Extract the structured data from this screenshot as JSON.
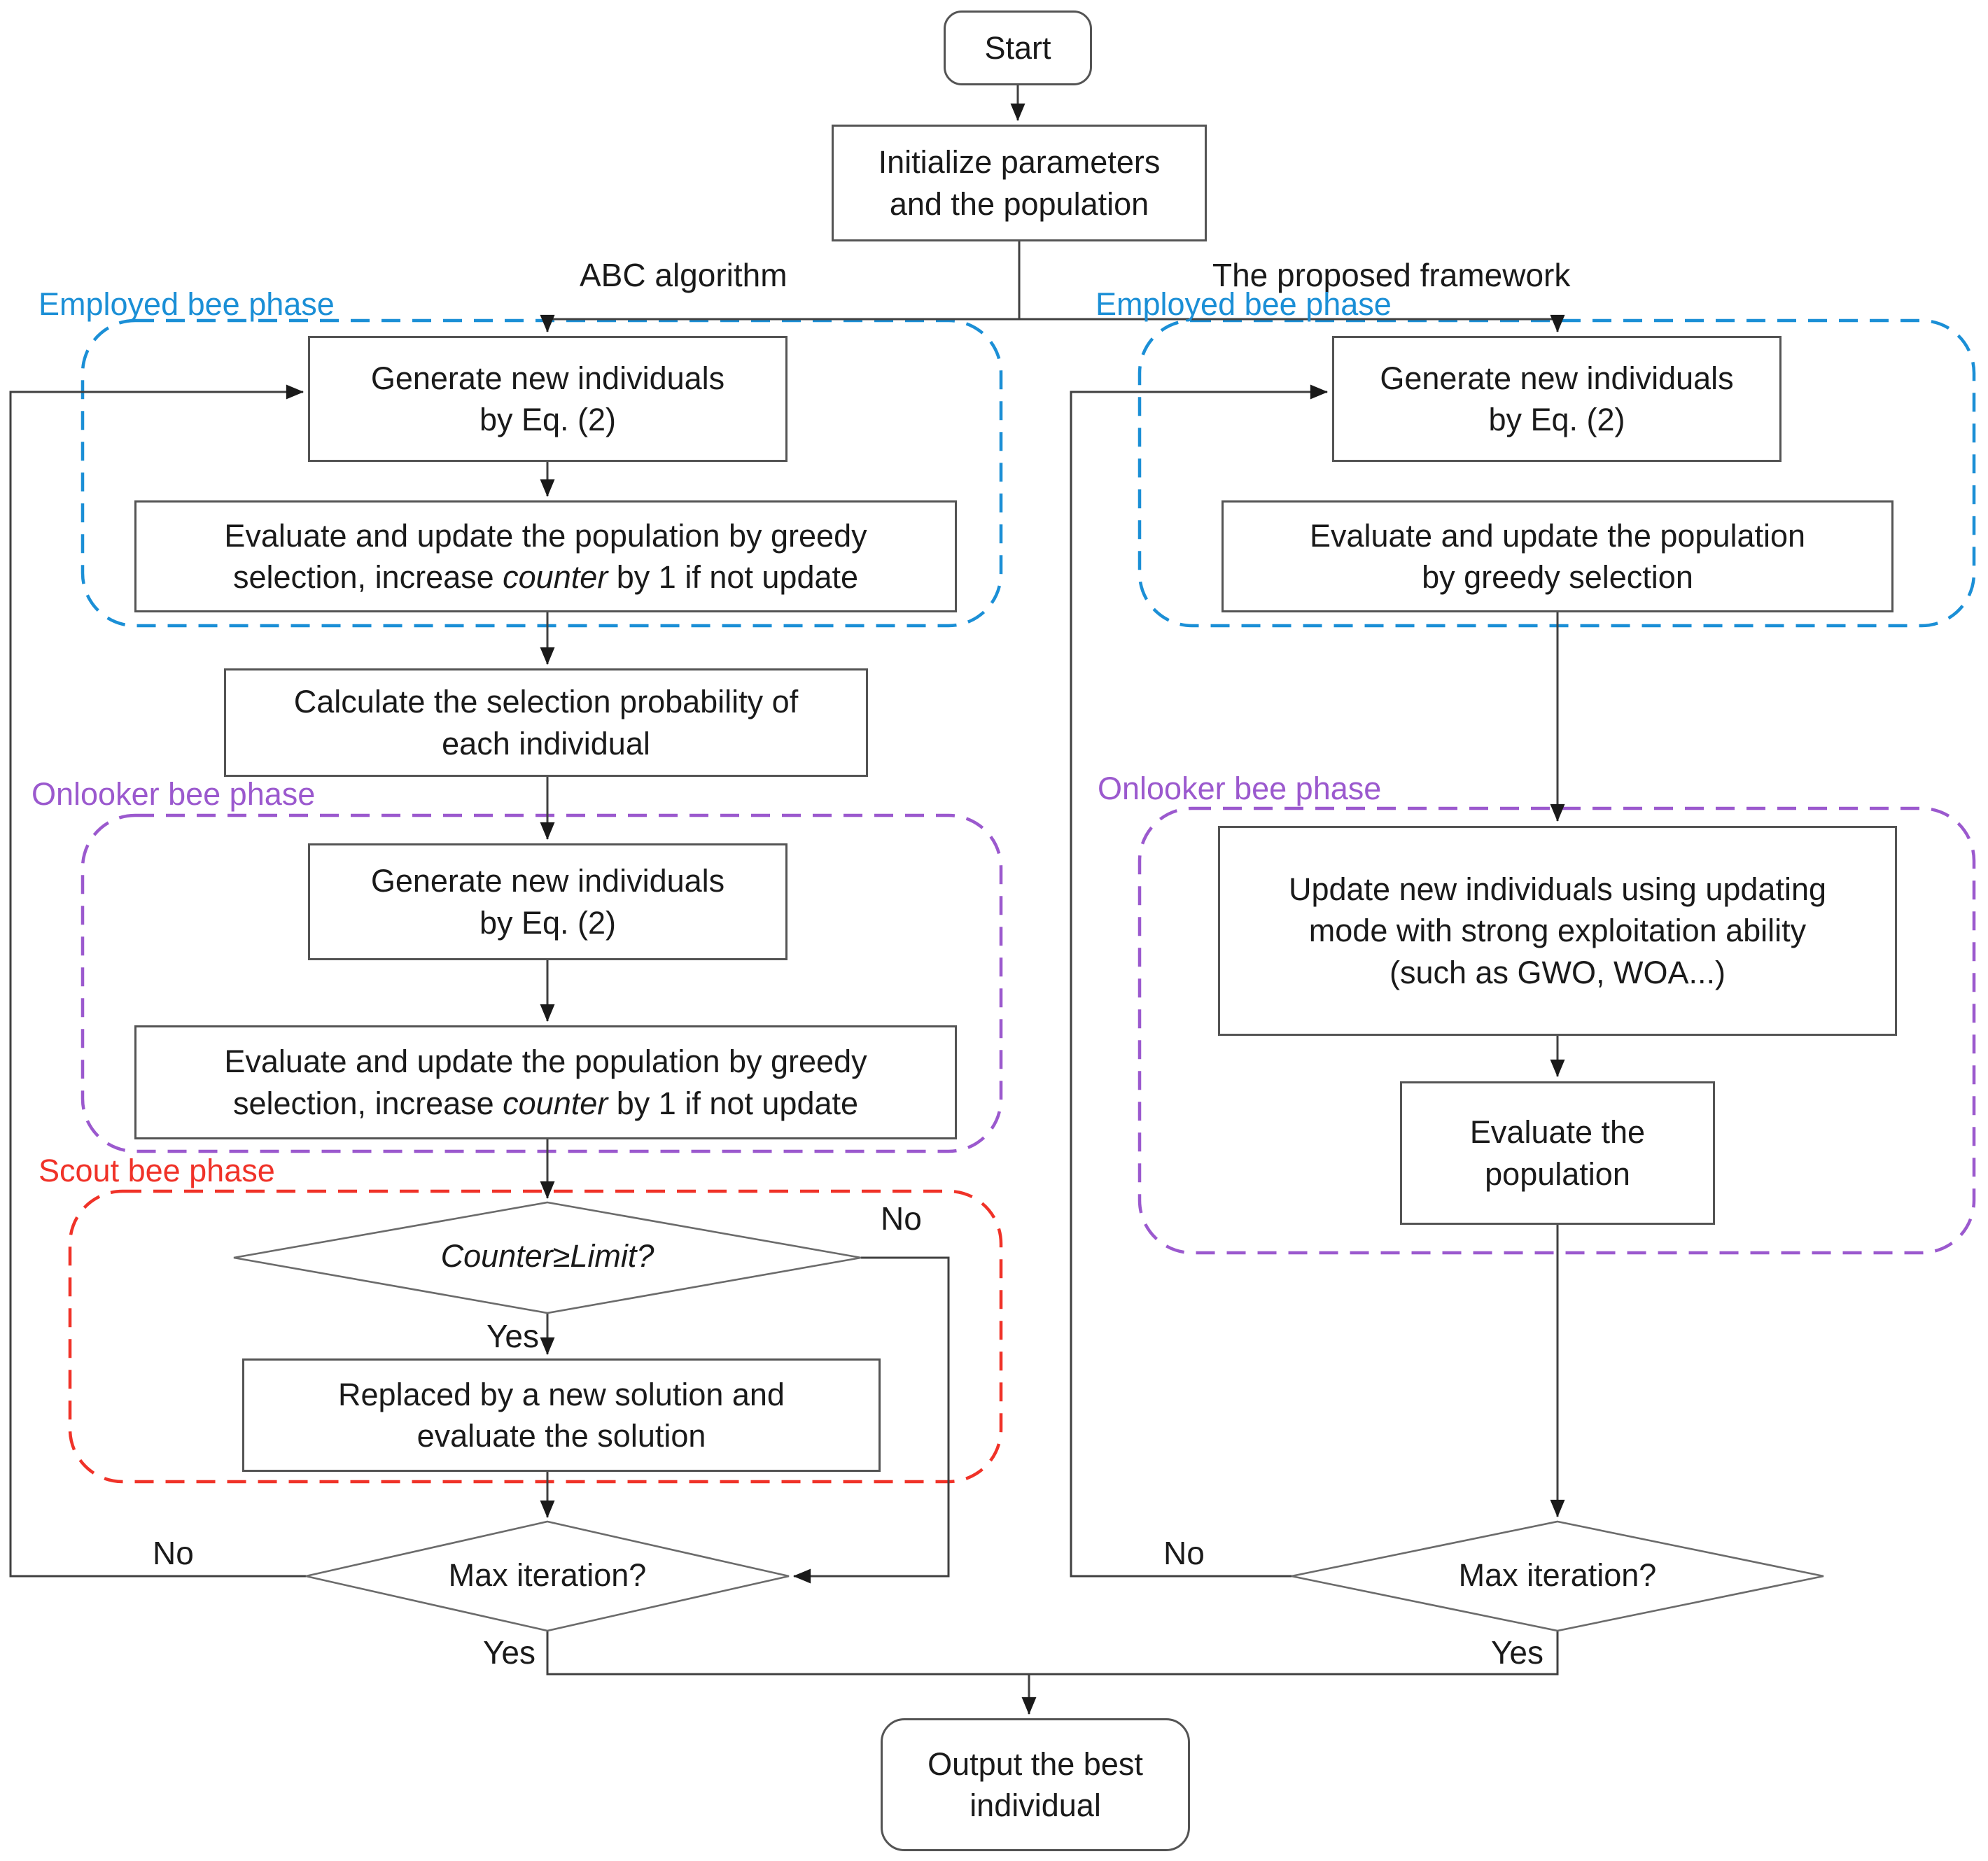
{
  "colors": {
    "employed_phase": "#1b8fd6",
    "onlooker_phase": "#9b59ce",
    "scout_phase": "#f03228",
    "box_border": "#545454",
    "connector": "#404040",
    "text": "#1a1a1a",
    "background": "#ffffff"
  },
  "branch_labels": {
    "left": "ABC algorithm",
    "right": "The proposed framework"
  },
  "phases": {
    "employed_left": "Employed bee phase",
    "employed_right": "Employed bee phase",
    "onlooker_left": "Onlooker bee phase",
    "onlooker_right": "Onlooker bee phase",
    "scout": "Scout bee phase"
  },
  "nodes": {
    "start": {
      "label": "Start"
    },
    "init": {
      "lines": [
        "Initialize parameters",
        "and the population"
      ]
    },
    "gen_employed_left": {
      "lines": [
        "Generate new individuals",
        "by Eq. (2)"
      ]
    },
    "eval_employed_left": {
      "line1": "Evaluate and update the population by greedy",
      "line2_pre": "selection, increase ",
      "line2_em": "counter",
      "line2_post": " by 1 if not update"
    },
    "calc_prob": {
      "lines": [
        "Calculate the selection probability of",
        "each individual"
      ]
    },
    "gen_onlooker_left": {
      "lines": [
        "Generate new individuals",
        "by Eq. (2)"
      ]
    },
    "eval_onlooker_left": {
      "line1": "Evaluate and update the population by greedy",
      "line2_pre": "selection, increase ",
      "line2_em": "counter",
      "line2_post": " by 1 if not update"
    },
    "counter_limit": {
      "label": "Counter≥Limit?",
      "yes": "Yes",
      "no": "No"
    },
    "replace_scout": {
      "lines": [
        "Replaced by a new solution and",
        "evaluate the solution"
      ]
    },
    "max_iter_left": {
      "label": "Max iteration?",
      "yes": "Yes",
      "no": "No"
    },
    "gen_employed_right": {
      "lines": [
        "Generate new individuals",
        "by Eq. (2)"
      ]
    },
    "eval_employed_right": {
      "lines": [
        "Evaluate and update the population",
        "by greedy selection"
      ]
    },
    "update_onlooker_right": {
      "lines": [
        "Update new individuals using updating",
        "mode with strong exploitation ability",
        "(such as GWO, WOA...)"
      ]
    },
    "eval_population_right": {
      "lines": [
        "Evaluate the",
        "population"
      ]
    },
    "max_iter_right": {
      "label": "Max iteration?",
      "yes": "Yes",
      "no": "No"
    },
    "output": {
      "lines": [
        "Output the best",
        "individual"
      ]
    }
  }
}
